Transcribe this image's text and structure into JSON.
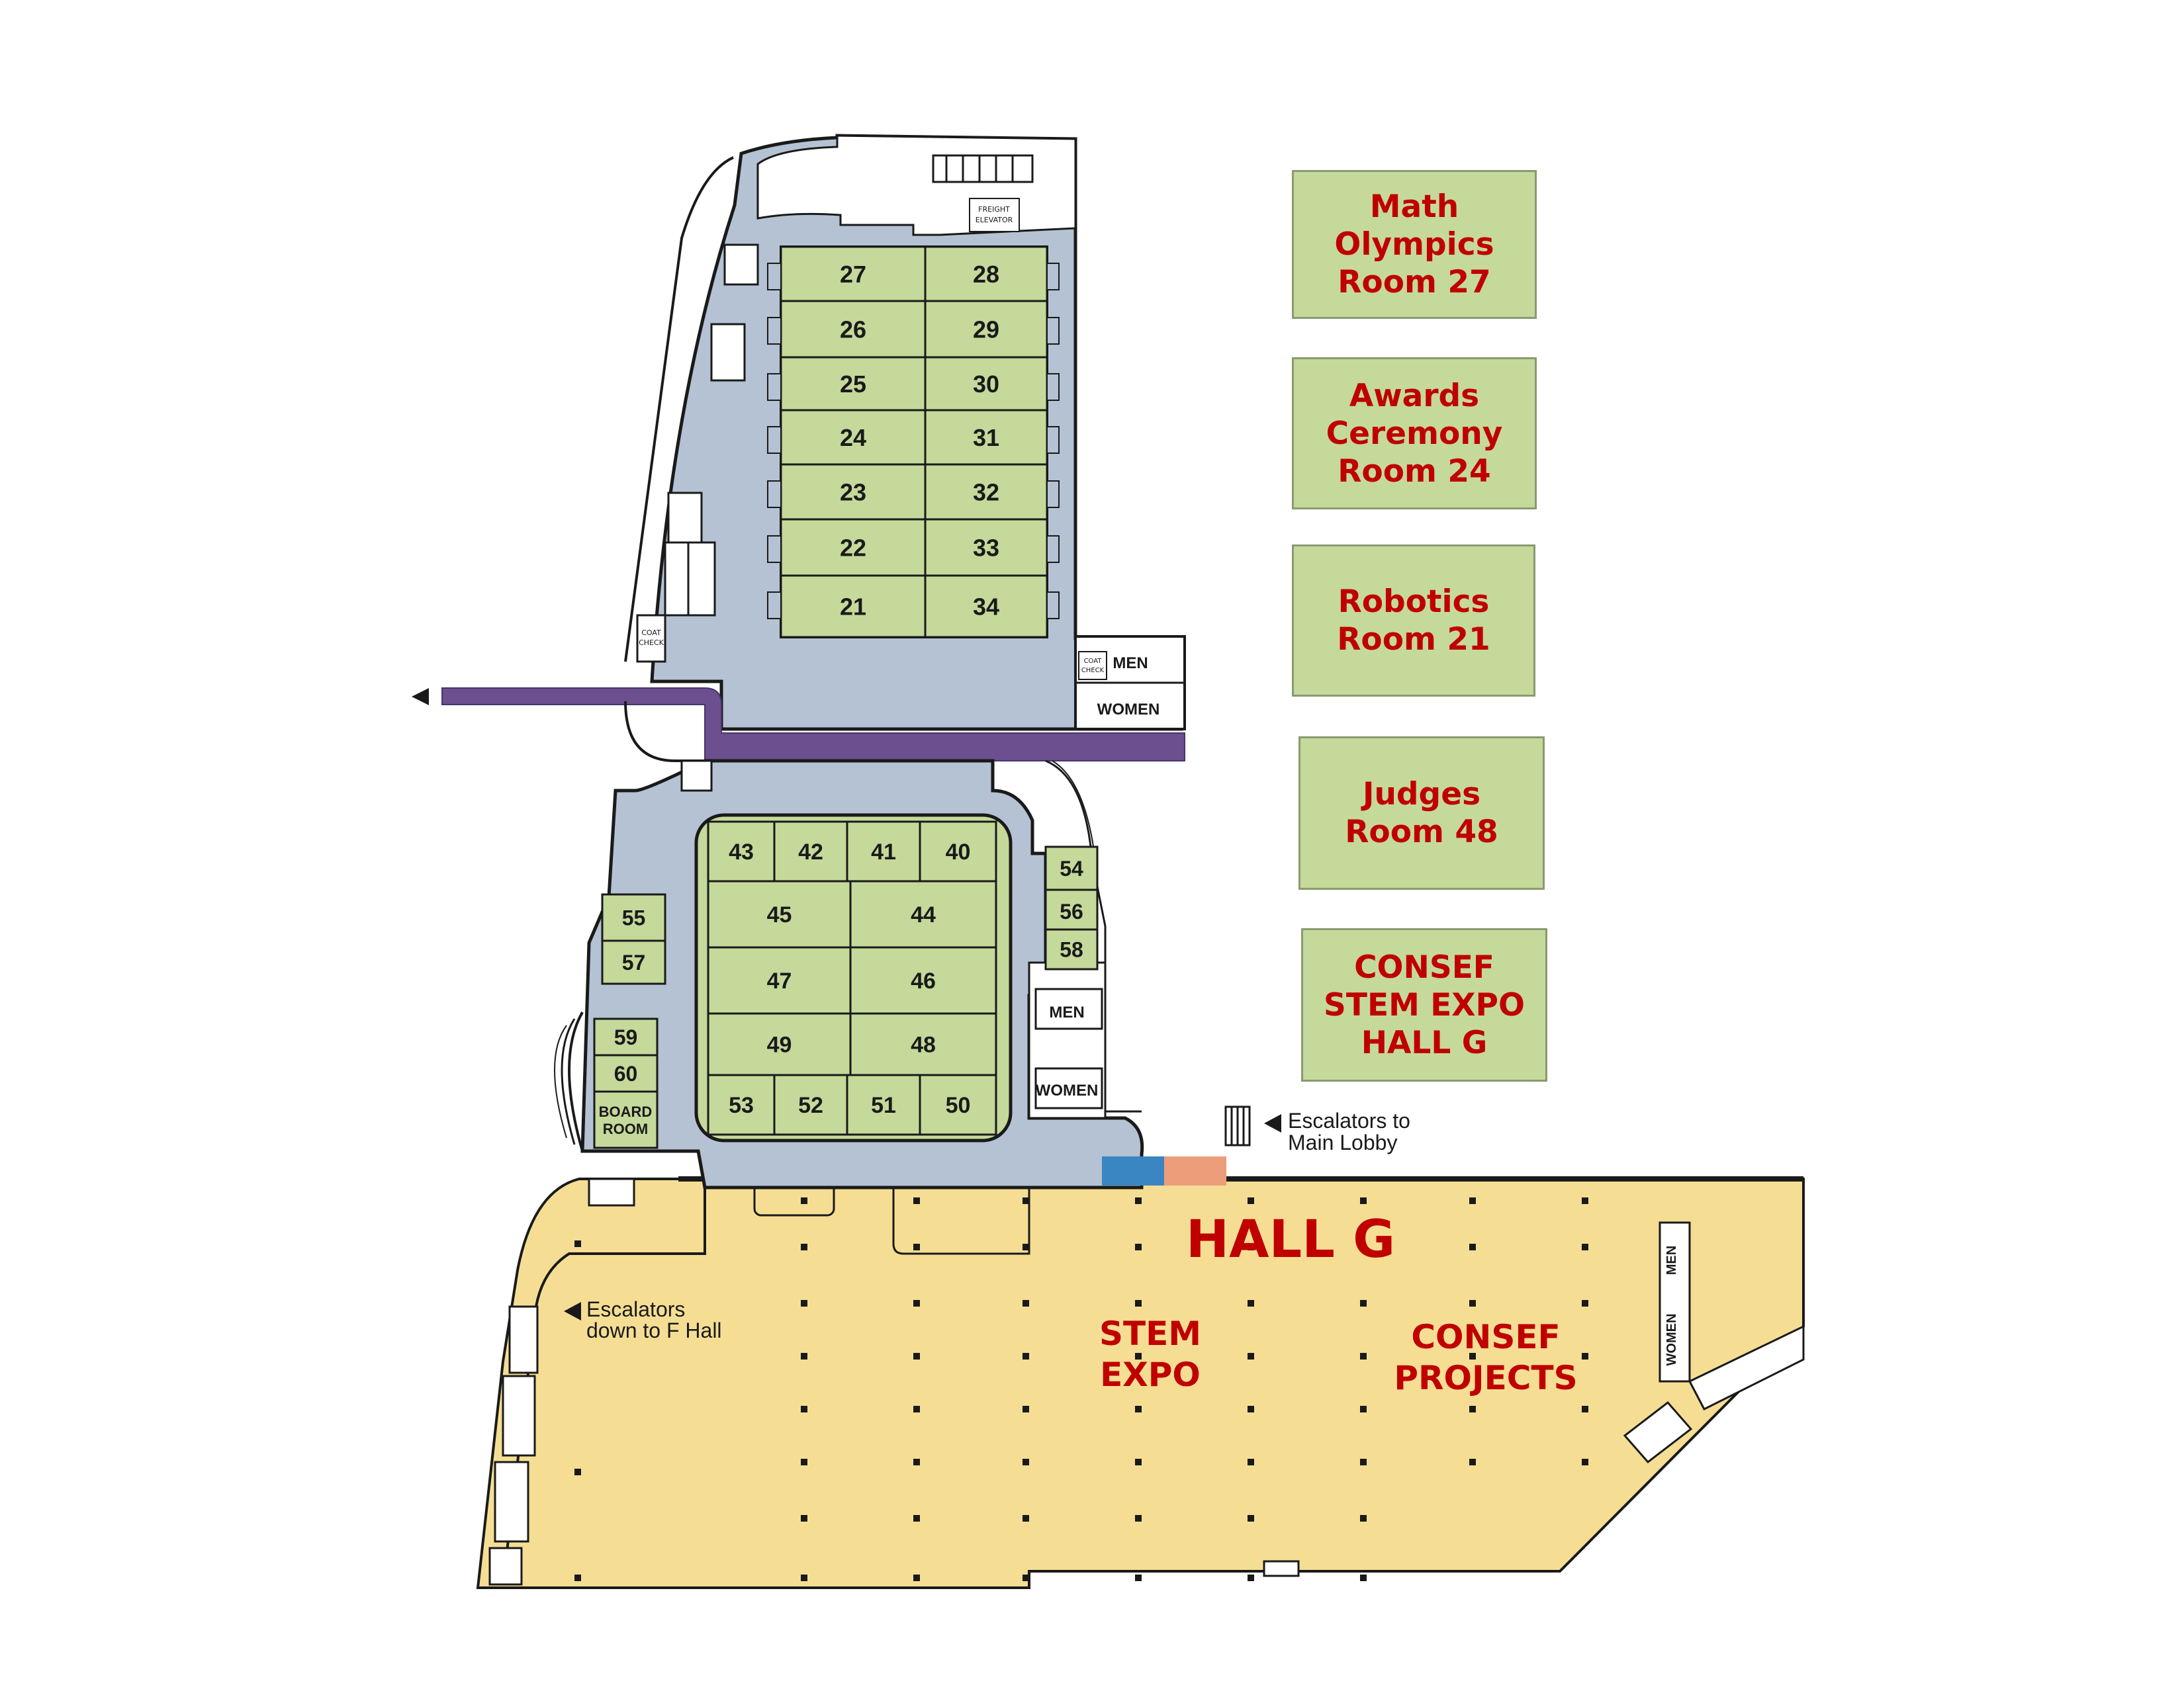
{
  "colors": {
    "corridor": "#b4c2d3",
    "room": "#c5d99b",
    "hall": "#f5de94",
    "walkway": "#6b4f8f",
    "label_red": "#c00000",
    "wall": "#1a1a1a",
    "blue_marker": "#3a86c2",
    "orange_marker": "#ee9d7b"
  },
  "callouts": [
    {
      "lines": [
        "Math",
        "Olympics",
        "Room 27"
      ]
    },
    {
      "lines": [
        "Awards",
        "Ceremony",
        "Room 24"
      ]
    },
    {
      "lines": [
        "Robotics",
        "Room 21"
      ]
    },
    {
      "lines": [
        "Judges",
        "Room 48"
      ]
    },
    {
      "lines": [
        "CONSEF",
        "STEM EXPO",
        "HALL G"
      ]
    }
  ],
  "north_rooms": {
    "left": [
      "27",
      "26",
      "25",
      "24",
      "23",
      "22",
      "21"
    ],
    "right": [
      "28",
      "29",
      "30",
      "31",
      "32",
      "33",
      "34"
    ]
  },
  "south_rooms": {
    "top_row": [
      "43",
      "42",
      "41",
      "40"
    ],
    "middle": [
      [
        "45",
        "44"
      ],
      [
        "47",
        "46"
      ],
      [
        "49",
        "48"
      ]
    ],
    "bottom_row": [
      "53",
      "52",
      "51",
      "50"
    ]
  },
  "east_rooms": [
    "54",
    "56",
    "58"
  ],
  "west_rooms": [
    "55",
    "57",
    "59",
    "60"
  ],
  "board_room": [
    "BOARD",
    "ROOM"
  ],
  "restrooms": {
    "men": "MEN",
    "women": "WOMEN"
  },
  "small_labels": {
    "freight_elevator": [
      "FREIGHT",
      "ELEVATOR"
    ],
    "coat_check": [
      "COAT",
      "CHECK"
    ]
  },
  "escalators_main": [
    "Escalators to",
    "Main Lobby"
  ],
  "escalators_f": [
    "Escalators",
    "down to F Hall"
  ],
  "hall_title": "HALL G",
  "stem_expo": [
    "STEM",
    "EXPO"
  ],
  "consef_projects": [
    "CONSEF",
    "PROJECTS"
  ]
}
